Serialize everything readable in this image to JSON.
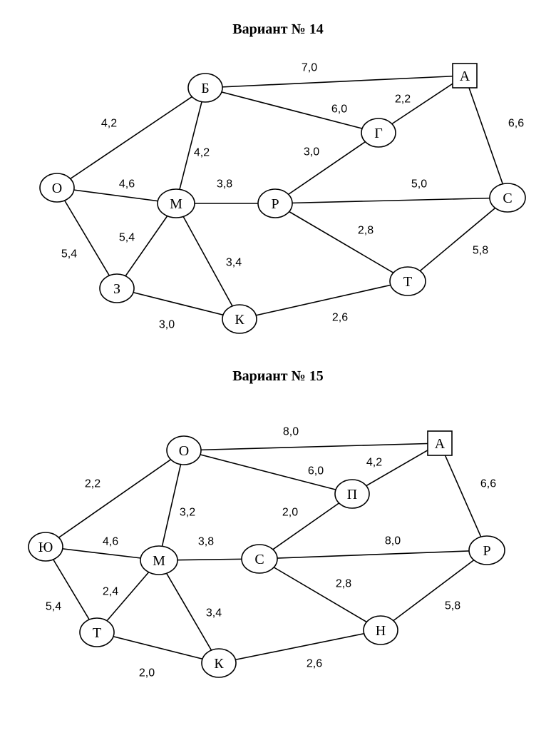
{
  "variants": [
    {
      "title": "Вариант № 14",
      "nodes": [
        {
          "id": "A",
          "label": "А",
          "shape": "square"
        },
        {
          "id": "B",
          "label": "Б",
          "shape": "circle"
        },
        {
          "id": "G",
          "label": "Г",
          "shape": "circle"
        },
        {
          "id": "O",
          "label": "О",
          "shape": "circle"
        },
        {
          "id": "M",
          "label": "М",
          "shape": "circle"
        },
        {
          "id": "R",
          "label": "Р",
          "shape": "circle"
        },
        {
          "id": "S",
          "label": "С",
          "shape": "circle"
        },
        {
          "id": "Z",
          "label": "З",
          "shape": "circle"
        },
        {
          "id": "K",
          "label": "К",
          "shape": "circle"
        },
        {
          "id": "T",
          "label": "Т",
          "shape": "circle"
        }
      ],
      "edges": [
        {
          "from": "B",
          "to": "A",
          "weight": "7,0"
        },
        {
          "from": "B",
          "to": "G",
          "weight": "6,0"
        },
        {
          "from": "G",
          "to": "A",
          "weight": "2,2"
        },
        {
          "from": "A",
          "to": "S",
          "weight": "6,6"
        },
        {
          "from": "O",
          "to": "B",
          "weight": "4,2"
        },
        {
          "from": "M",
          "to": "B",
          "weight": "4,2"
        },
        {
          "from": "R",
          "to": "G",
          "weight": "3,0"
        },
        {
          "from": "O",
          "to": "M",
          "weight": "4,6"
        },
        {
          "from": "M",
          "to": "R",
          "weight": "3,8"
        },
        {
          "from": "R",
          "to": "S",
          "weight": "5,0"
        },
        {
          "from": "O",
          "to": "Z",
          "weight": "5,4"
        },
        {
          "from": "M",
          "to": "Z",
          "weight": "5,4"
        },
        {
          "from": "R",
          "to": "T",
          "weight": "2,8"
        },
        {
          "from": "S",
          "to": "T",
          "weight": "5,8"
        },
        {
          "from": "M",
          "to": "K",
          "weight": "3,4"
        },
        {
          "from": "Z",
          "to": "K",
          "weight": "3,0"
        },
        {
          "from": "K",
          "to": "T",
          "weight": "2,6"
        }
      ]
    },
    {
      "title": "Вариант № 15",
      "nodes": [
        {
          "id": "O",
          "label": "О",
          "shape": "circle"
        },
        {
          "id": "A",
          "label": "А",
          "shape": "square"
        },
        {
          "id": "P",
          "label": "П",
          "shape": "circle"
        },
        {
          "id": "Yu",
          "label": "Ю",
          "shape": "circle"
        },
        {
          "id": "M",
          "label": "М",
          "shape": "circle"
        },
        {
          "id": "S",
          "label": "С",
          "shape": "circle"
        },
        {
          "id": "R",
          "label": "Р",
          "shape": "circle"
        },
        {
          "id": "T",
          "label": "Т",
          "shape": "circle"
        },
        {
          "id": "N",
          "label": "Н",
          "shape": "circle"
        },
        {
          "id": "K",
          "label": "К",
          "shape": "circle"
        }
      ],
      "edges": [
        {
          "from": "O",
          "to": "A",
          "weight": "8,0"
        },
        {
          "from": "O",
          "to": "P",
          "weight": "6,0"
        },
        {
          "from": "P",
          "to": "A",
          "weight": "4,2"
        },
        {
          "from": "A",
          "to": "R",
          "weight": "6,6"
        },
        {
          "from": "Yu",
          "to": "O",
          "weight": "2,2"
        },
        {
          "from": "M",
          "to": "O",
          "weight": "3,2"
        },
        {
          "from": "S",
          "to": "P",
          "weight": "2,0"
        },
        {
          "from": "Yu",
          "to": "M",
          "weight": "4,6"
        },
        {
          "from": "M",
          "to": "S",
          "weight": "3,8"
        },
        {
          "from": "S",
          "to": "R",
          "weight": "8,0"
        },
        {
          "from": "Yu",
          "to": "T",
          "weight": "5,4"
        },
        {
          "from": "M",
          "to": "T",
          "weight": "2,4"
        },
        {
          "from": "S",
          "to": "N",
          "weight": "2,8"
        },
        {
          "from": "R",
          "to": "N",
          "weight": "5,8"
        },
        {
          "from": "M",
          "to": "K",
          "weight": "3,4"
        },
        {
          "from": "T",
          "to": "K",
          "weight": "2,0"
        },
        {
          "from": "K",
          "to": "N",
          "weight": "2,6"
        }
      ]
    }
  ]
}
